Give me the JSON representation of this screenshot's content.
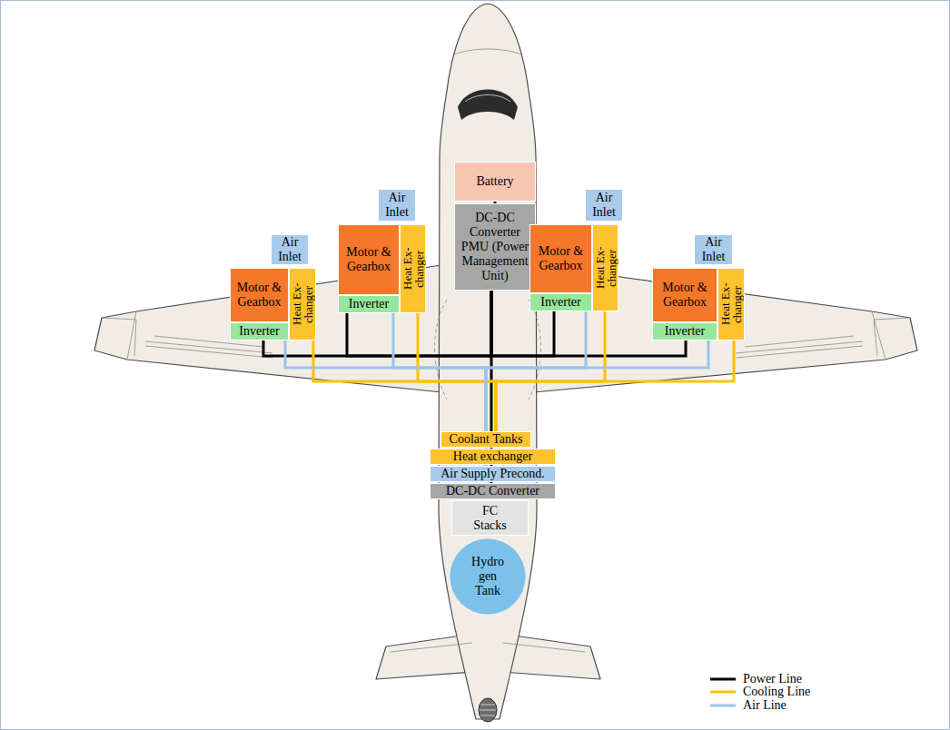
{
  "diagram": {
    "nodes": [
      {
        "text": [
          "Battery"
        ]
      },
      {
        "text": [
          "DC-DC Converter",
          "PMU (Power Management Unit)"
        ]
      },
      {
        "text": [
          "Air Inlet"
        ]
      },
      {
        "text": [
          "Motor & Gearbox"
        ]
      },
      {
        "text": [
          "Inverter"
        ]
      },
      {
        "text": [
          "Heat Ex- changer"
        ]
      },
      {
        "text": [
          "Air Inlet"
        ]
      },
      {
        "text": [
          "Motor & Gearbox"
        ]
      },
      {
        "text": [
          "Inverter"
        ]
      },
      {
        "text": [
          "Heat Ex- changer"
        ]
      },
      {
        "text": [
          "Air Inlet"
        ]
      },
      {
        "text": [
          "Motor & Gearbox"
        ]
      },
      {
        "text": [
          "Inverter"
        ]
      },
      {
        "text": [
          "Heat Ex- changer"
        ]
      },
      {
        "text": [
          "Air Inlet"
        ]
      },
      {
        "text": [
          "Motor & Gearbox"
        ]
      },
      {
        "text": [
          "Inverter"
        ]
      },
      {
        "text": [
          "Heat Ex- changer"
        ]
      },
      {
        "text": [
          "Coolant Tanks"
        ]
      },
      {
        "text": [
          "Heat exchanger"
        ]
      },
      {
        "text": [
          "Air Supply Precond."
        ]
      },
      {
        "text": [
          "DC-DC Converter"
        ]
      },
      {
        "text": [
          "FC Stacks"
        ]
      },
      {
        "text": [
          "Hydro gen Tank"
        ]
      }
    ],
    "edges": [
      {
        "from": 0,
        "to": 1,
        "arrow": "none"
      },
      {
        "from": 1,
        "to": 4,
        "arrow": "none"
      },
      {
        "from": 1,
        "to": 8,
        "arrow": "none"
      },
      {
        "from": 1,
        "to": 12,
        "arrow": "none"
      },
      {
        "from": 1,
        "to": 16,
        "arrow": "none"
      },
      {
        "from": 1,
        "to": 21,
        "arrow": "none"
      },
      {
        "from": 18,
        "to": 5,
        "arrow": "none"
      },
      {
        "from": 18,
        "to": 9,
        "arrow": "none"
      },
      {
        "from": 18,
        "to": 13,
        "arrow": "none"
      },
      {
        "from": 18,
        "to": 17,
        "arrow": "none"
      },
      {
        "from": 4,
        "to": 20,
        "arrow": "none"
      },
      {
        "from": 8,
        "to": 20,
        "arrow": "none"
      },
      {
        "from": 12,
        "to": 20,
        "arrow": "none"
      },
      {
        "from": 16,
        "to": 20,
        "arrow": "none"
      }
    ],
    "legend": [
      {
        "text": "Power Line"
      },
      {
        "text": "Cooling Line"
      },
      {
        "text": "Air Line"
      }
    ]
  }
}
